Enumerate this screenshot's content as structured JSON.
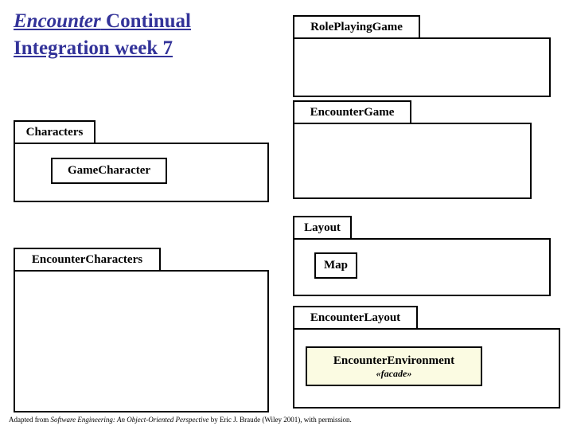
{
  "title": {
    "emphasis": "Encounter",
    "rest": " Continual Integration week 7",
    "color": "#333399"
  },
  "packages": [
    {
      "id": "role-playing-game",
      "name": "RolePlayingGame",
      "classes": []
    },
    {
      "id": "characters",
      "name": "Characters",
      "classes": [
        {
          "id": "game-character",
          "name": "GameCharacter",
          "stereotype": "",
          "highlight": false
        }
      ]
    },
    {
      "id": "encounter-game",
      "name": "EncounterGame",
      "classes": []
    },
    {
      "id": "encounter-characters",
      "name": "EncounterCharacters",
      "classes": []
    },
    {
      "id": "layout",
      "name": "Layout",
      "classes": [
        {
          "id": "map",
          "name": "Map",
          "stereotype": "",
          "highlight": false
        }
      ]
    },
    {
      "id": "encounter-layout",
      "name": "EncounterLayout",
      "classes": [
        {
          "id": "encounter-environment",
          "name": "EncounterEnvironment",
          "stereotype": "«facade»",
          "highlight": true,
          "highlight_color": "#fbfbe2"
        }
      ]
    }
  ],
  "footer": {
    "prefix": "Adapted from ",
    "book": "Software Engineering: An Object-Oriented Perspective",
    "suffix": " by Eric J. Braude (Wiley 2001), with permission."
  }
}
